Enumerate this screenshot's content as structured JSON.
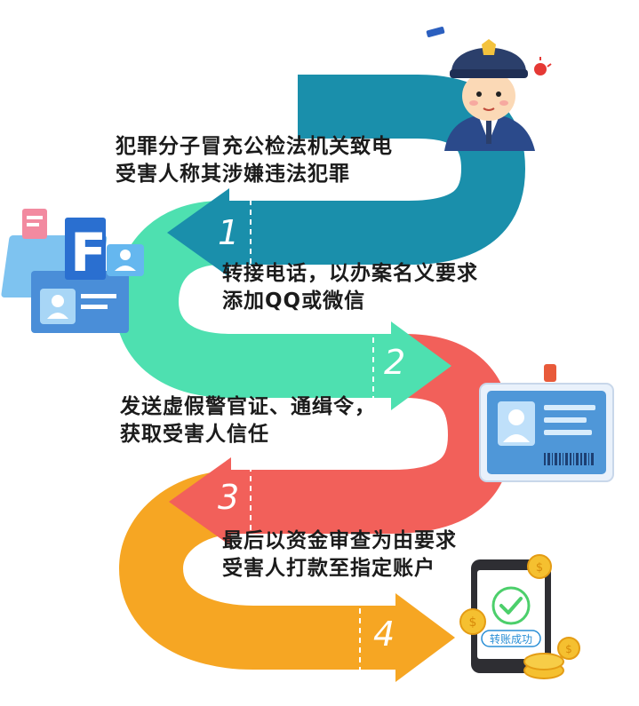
{
  "steps": [
    {
      "number": "1",
      "line1": "犯罪分子冒充公检法机关致电",
      "line2": "受害人称其涉嫌违法犯罪"
    },
    {
      "number": "2",
      "line1": "转接电话，以办案名义要求",
      "line2": "添加QQ或微信"
    },
    {
      "number": "3",
      "line1": "发送虚假警官证、通缉令，",
      "line2": "获取受害人信任"
    },
    {
      "number": "4",
      "line1": "最后以资金审查为由要求",
      "line2": "受害人打款至指定账户"
    }
  ],
  "phone": {
    "status_text": "转账成功"
  },
  "icons": {
    "police": "police-officer-icon",
    "social": "social-media-icon",
    "id_card": "id-card-icon",
    "phone": "phone-payment-success-icon",
    "coins": "coin-icon"
  },
  "colors": {
    "band1": "#1a8fab",
    "band2": "#4ee0b0",
    "band3": "#f2605a",
    "band4": "#f6a623"
  }
}
